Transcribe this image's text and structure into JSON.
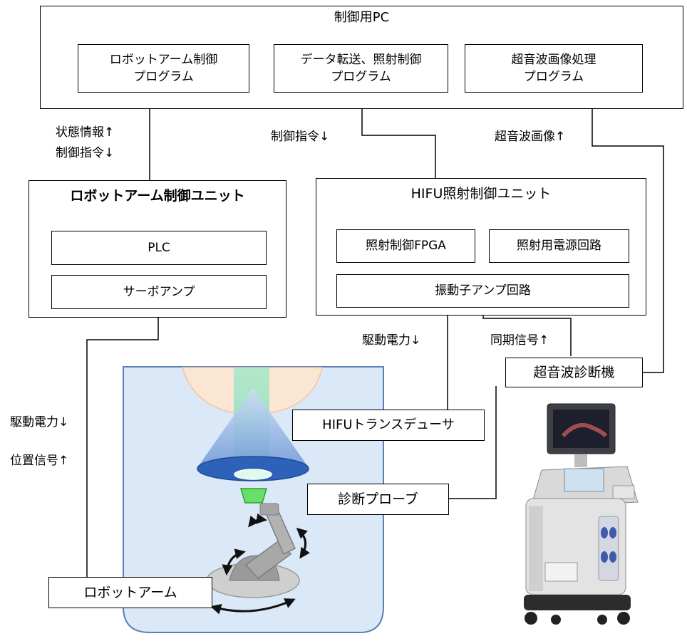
{
  "pc": {
    "title": "制御用PC",
    "programs": [
      {
        "line1": "ロボットアーム制御",
        "line2": "プログラム"
      },
      {
        "line1": "データ転送、照射制御",
        "line2": "プログラム"
      },
      {
        "line1": "超音波画像処理",
        "line2": "プログラム"
      }
    ]
  },
  "signals": {
    "status_up": "状態情報↑",
    "control_down_left": "制御指令↓",
    "control_down_mid": "制御指令↓",
    "us_image_up": "超音波画像↑",
    "drive_power_mid": "駆動電力↓",
    "sync_up": "同期信号↑",
    "drive_power_left": "駆動電力↓",
    "position_up": "位置信号↑"
  },
  "robot_unit": {
    "title": "ロボットアーム制御ユニット",
    "plc": "PLC",
    "servo": "サーボアンプ"
  },
  "hifu_unit": {
    "title": "HIFU照射制御ユニット",
    "fpga": "照射制御FPGA",
    "power": "照射用電源回路",
    "amp": "振動子アンプ回路"
  },
  "devices": {
    "ultrasound": "超音波診断機",
    "transducer": "HIFUトランスデューサ",
    "probe": "診断プローブ",
    "robot_arm": "ロボットアーム"
  }
}
